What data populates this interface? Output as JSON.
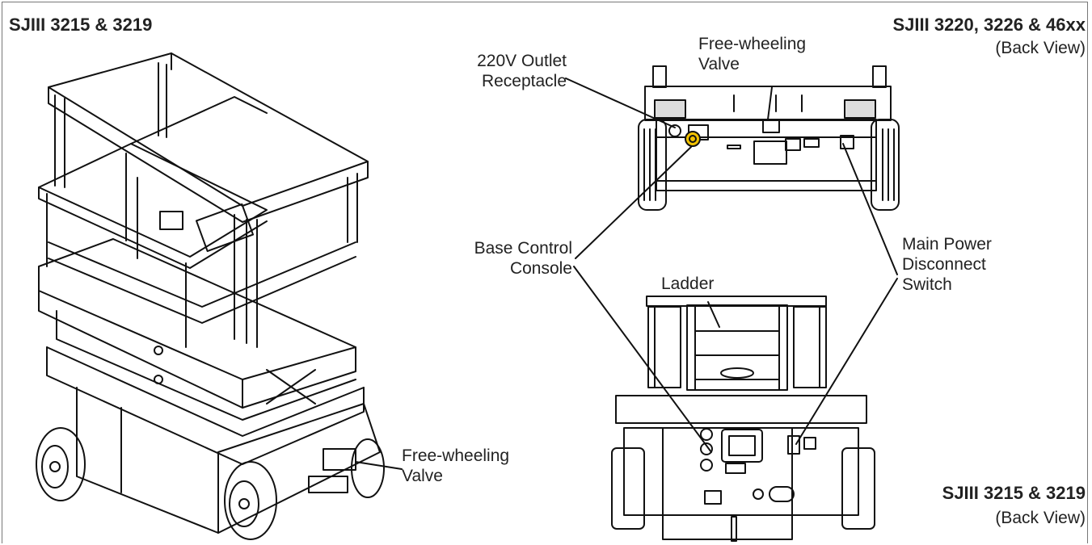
{
  "titles": {
    "left": "SJIII 3215 & 3219",
    "top_right": "SJIII 3220, 3226 & 46xx",
    "top_right_sub": "(Back View)",
    "bottom_right": "SJIII 3215 & 3219",
    "bottom_right_sub": "(Back View)"
  },
  "callouts": {
    "outlet_line1": "220V Outlet",
    "outlet_line2": "Receptacle",
    "freewheel_top_line1": "Free-wheeling",
    "freewheel_top_line2": "Valve",
    "base_console_line1": "Base Control",
    "base_console_line2": "Console",
    "ladder": "Ladder",
    "main_power_line1": "Main Power",
    "main_power_line2": "Disconnect",
    "main_power_line3": "Switch",
    "freewheel_left_line1": "Free-wheeling",
    "freewheel_left_line2": "Valve"
  },
  "colors": {
    "outlet_highlight": "#f2c200",
    "line": "#111111",
    "frame": "#777777"
  }
}
